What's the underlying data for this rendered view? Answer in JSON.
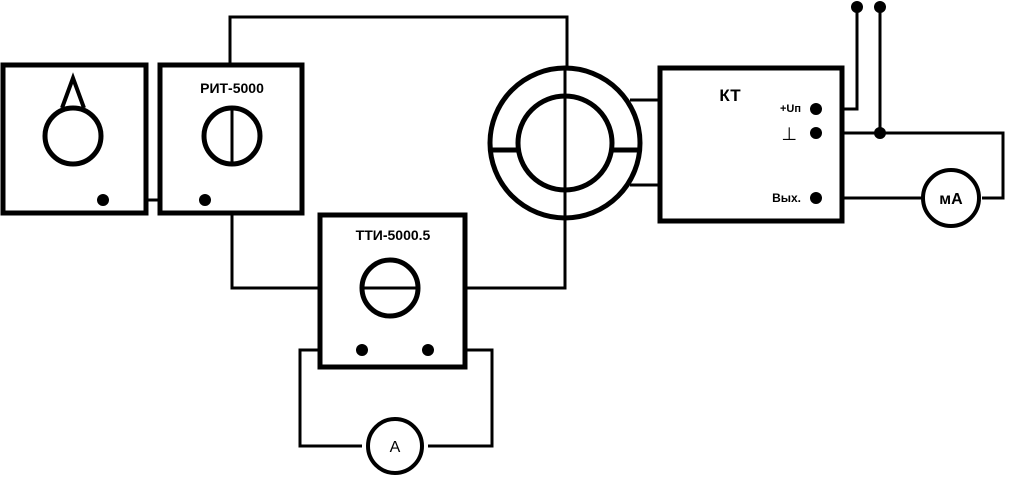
{
  "diagram": {
    "rit_label": "РИТ-5000",
    "tti_label": "ТТИ-5000.5",
    "kt_label": "КТ",
    "kt_plus_label": "+Uп",
    "kt_ground_label": "⊥",
    "kt_out_label": "Вых.",
    "ma_label": "мА",
    "a_label": "А"
  },
  "colors": {
    "line": "#000000",
    "background": "#ffffff"
  }
}
